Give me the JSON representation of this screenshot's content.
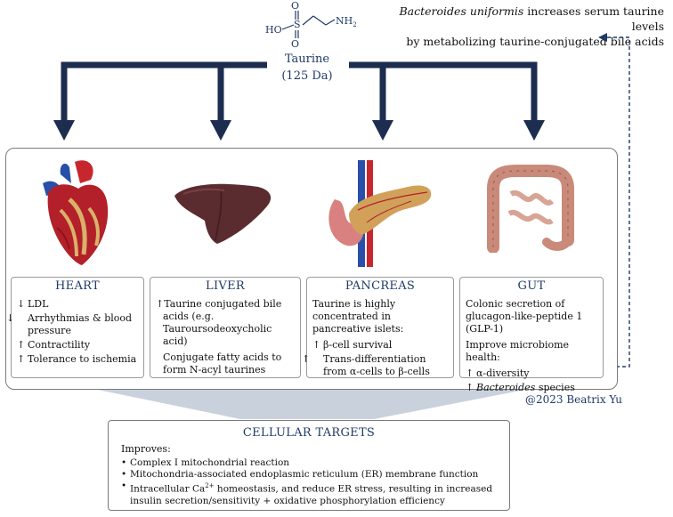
{
  "taurine": {
    "formula_left": "HO",
    "formula_s": "S",
    "formula_o": "O",
    "formula_nh2": "NH",
    "formula_nh2_sub": "2",
    "name": "Taurine",
    "mass": "(125 Da)"
  },
  "bacteroides_note": {
    "species": "Bacteroides uniformis",
    "line1_rest": " increases serum taurine levels",
    "line2": "by metabolizing taurine-conjugated bile acids"
  },
  "organs": [
    {
      "title": "HEART",
      "icon": "heart-icon",
      "items": [
        {
          "arrow": "↓",
          "text": "LDL"
        },
        {
          "arrow": "↓",
          "text": "Arrhythmias & blood pressure"
        },
        {
          "arrow": "↑",
          "text": "Contractility"
        },
        {
          "arrow": "↑",
          "text": "Tolerance to ischemia"
        }
      ]
    },
    {
      "title": "LIVER",
      "icon": "liver-icon",
      "items": [
        {
          "arrow": "↑",
          "text": "Taurine conjugated bile acids (e.g. Tauroursodeoxycholic acid)"
        },
        {
          "arrow": "",
          "text": "Conjugate fatty acids to form N-acyl taurines"
        }
      ]
    },
    {
      "title": "PANCREAS",
      "icon": "pancreas-icon",
      "intro": "Taurine is highly concentrated in pancreative islets:",
      "items": [
        {
          "arrow": "↑",
          "text": "β-cell survival"
        },
        {
          "arrow": "↑",
          "text": "Trans-differentiation from α-cells to β-cells"
        }
      ]
    },
    {
      "title": "GUT",
      "icon": "intestine-icon",
      "intro": "Colonic secretion of glucagon-like-peptide 1 (GLP-1)",
      "intro2": "Improve microbiome health:",
      "items": [
        {
          "arrow": "↑",
          "text": "α-diversity"
        },
        {
          "arrow": "↑",
          "text": "Bacteroides",
          "suffix": " species"
        }
      ]
    }
  ],
  "copyright": "@2023 Beatrix Yu",
  "cellular": {
    "title": "CELLULAR TARGETS",
    "intro": "Improves:",
    "items": [
      "Complex I mitochondrial reaction",
      "Mitochondria-associated endoplasmic reticulum (ER) membrane function",
      "Intracellular Ca",
      "2+",
      " homeostasis, and reduce ER stress, resulting in increased insulin secretion/sensitivity + oxidative phosphorylation efficiency"
    ],
    "bullet": "•"
  },
  "colors": {
    "arrow_navy": "#1c2d4f",
    "title_blue": "#1f3a66",
    "heart_red": "#b3202a",
    "liver_brown": "#5a2b2f",
    "pancreas_tan": "#d1a15a",
    "intestine_pink": "#c98a7a"
  }
}
